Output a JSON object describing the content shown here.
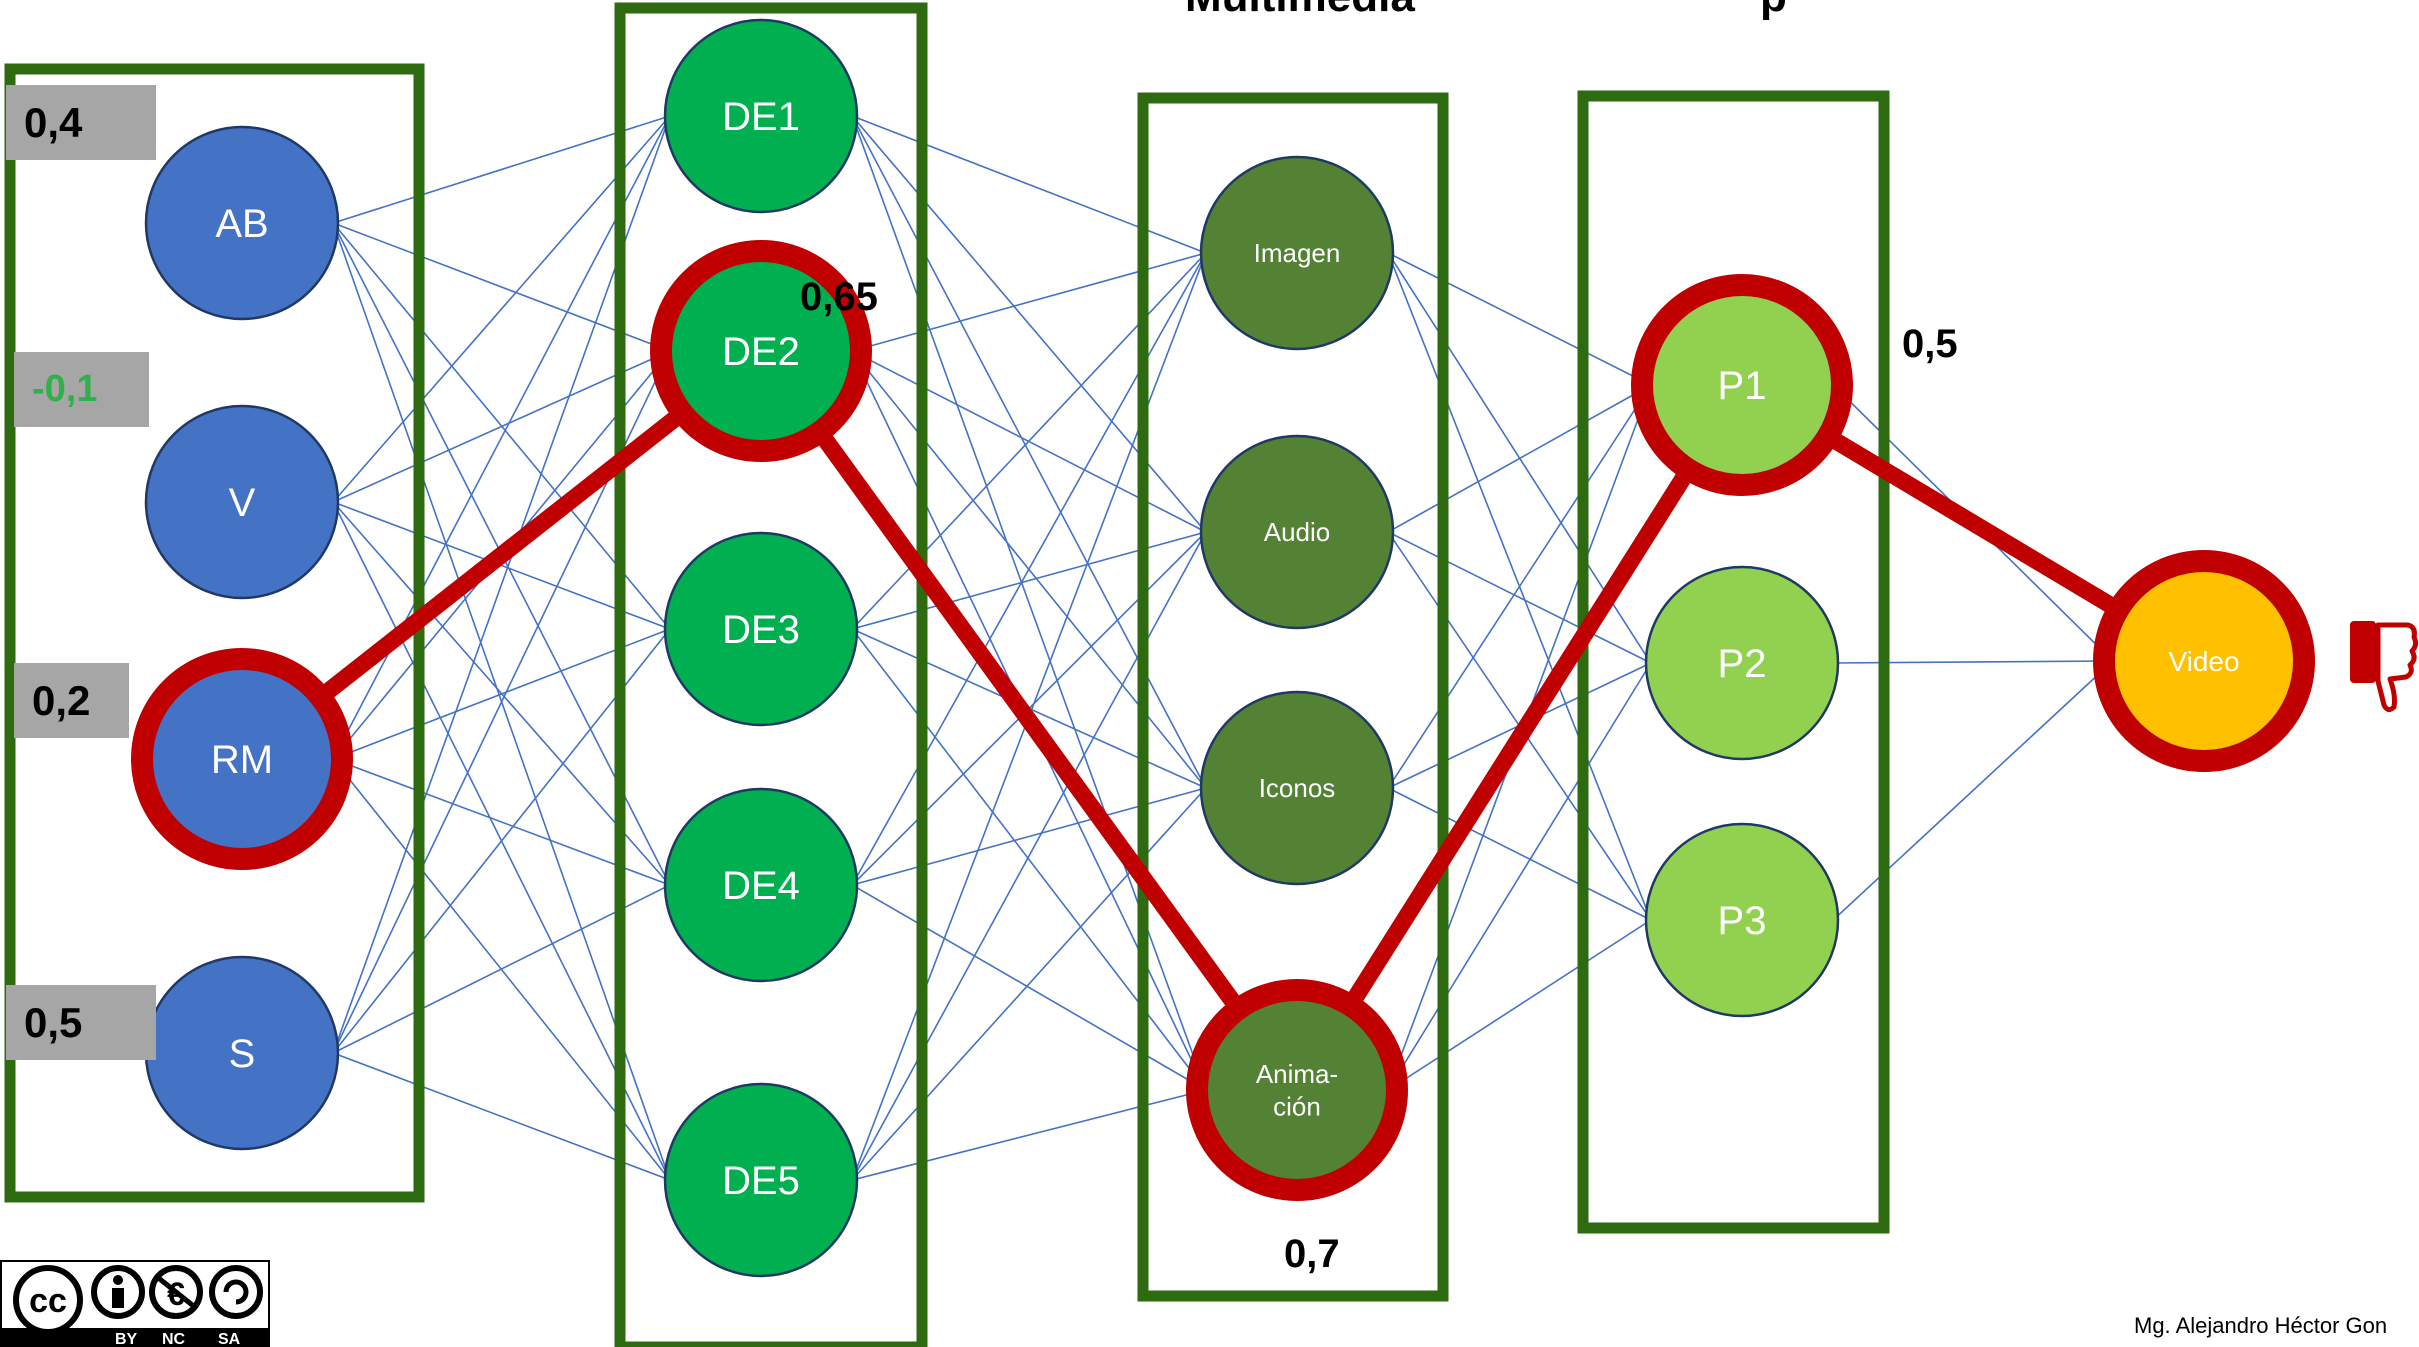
{
  "header": {
    "left_partial": "Multimedia",
    "right_partial": "p"
  },
  "colors": {
    "frame": "#2d6a10",
    "link": "#4472c4",
    "path": "#c00000",
    "input_node": "#4472c4",
    "hidden1_node": "#00b050",
    "hidden2_node": "#548235",
    "hidden3_node": "#92d050",
    "output_node": "#ffc000",
    "weight_box": "#a6a6a6",
    "negative_weight_text": "#2fb14a"
  },
  "layers": {
    "input": [
      "AB",
      "V",
      "RM",
      "S"
    ],
    "hidden1": [
      "DE1",
      "DE2",
      "DE3",
      "DE4",
      "DE5"
    ],
    "hidden2": [
      "Imagen",
      "Audio",
      "Iconos",
      "Anima-\nción"
    ],
    "hidden3": [
      "P1",
      "P2",
      "P3"
    ],
    "output": [
      "Video"
    ]
  },
  "highlighted_path": [
    "RM",
    "DE2",
    "Anima-\nción",
    "P1",
    "Video"
  ],
  "weights": {
    "ab": "0,4",
    "v": "-0,1",
    "rm": "0,2",
    "s": "0,5",
    "de2": "0,65",
    "animacion": "0,7",
    "p1": "0,5"
  },
  "icons": {
    "license": "cc-by-nc-sa-icon",
    "feedback": "thumbs-down-icon"
  },
  "license_text": {
    "cc": "cc",
    "by": "BY",
    "nc": "NC",
    "sa": "SA"
  },
  "author": "Mg. Alejandro Héctor Gon"
}
